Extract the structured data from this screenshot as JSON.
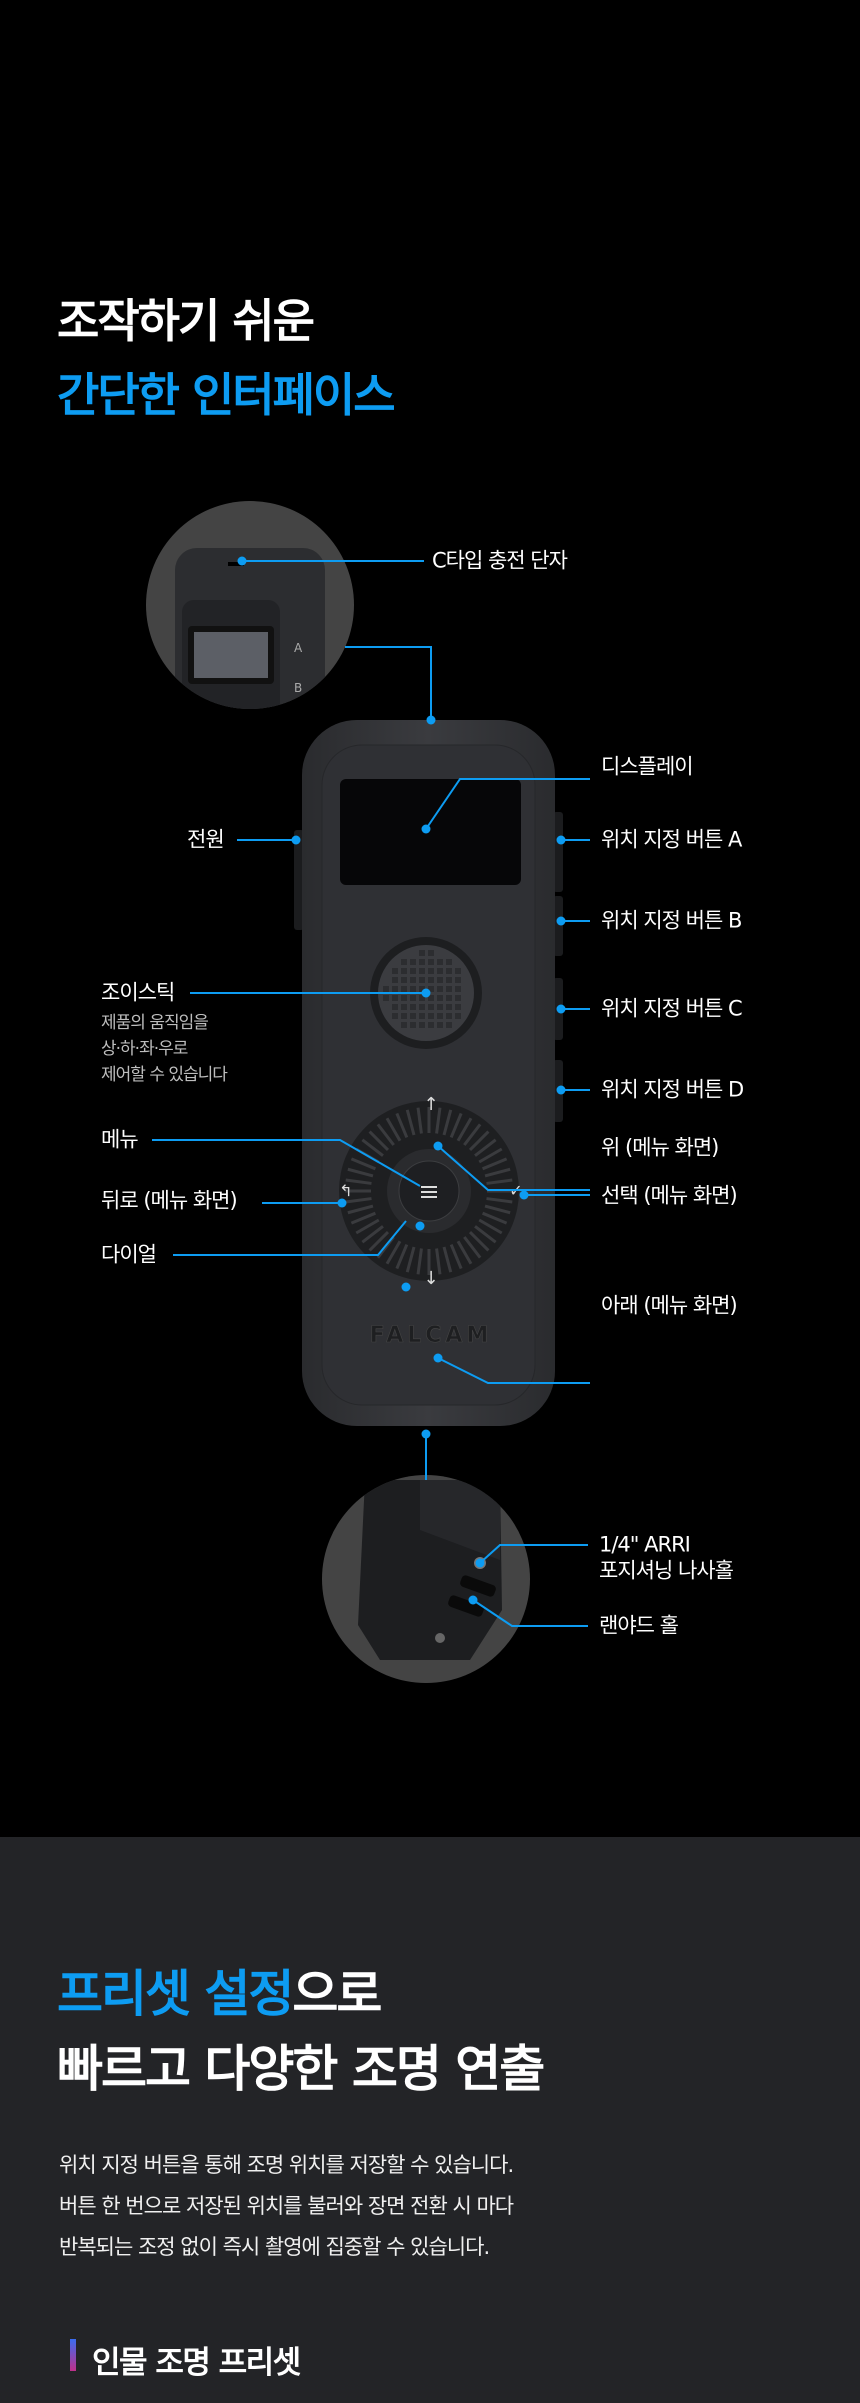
{
  "section1": {
    "title_line1": "조작하기 쉬운",
    "title_line2": "간단한 인터페이스",
    "labels": {
      "usb_c": "C타입 충전 단자",
      "display": "디스플레이",
      "power": "전원",
      "button_a": "위치 지정 버튼 A",
      "button_b": "위치 지정 버튼 B",
      "button_c": "위치 지정 버튼 C",
      "button_d": "위치 지정 버튼 D",
      "joystick": "조이스틱",
      "joystick_desc": [
        "제품의 움직임을",
        "상·하·좌·우로",
        "제어할 수 있습니다"
      ],
      "menu": "메뉴",
      "back": "뒤로 (메뉴 화면)",
      "dial": "다이얼",
      "up": "위 (메뉴 화면)",
      "select": "선택 (메뉴 화면)",
      "down": "아래 (메뉴 화면)",
      "arri_line1": "1/4\" ARRI",
      "arri_line2": "포지셔닝 나사홀",
      "lanyard": "랜야드 홀"
    },
    "device_brand": "FALCAM",
    "side_letters": [
      "A",
      "B"
    ]
  },
  "section2": {
    "title_blue": "프리셋 설정",
    "title_rest": "으로",
    "title_line2": "빠르고 다양한 조명 연출",
    "body": [
      "위치 지정 버튼을 통해 조명 위치를 저장할 수 있습니다.",
      "버튼 한 번으로 저장된 위치를 불러와 장면 전환 시 마다",
      "반복되는 조정 없이 즉시 촬영에 집중할 수 있습니다."
    ],
    "preset_heading": "인물 조명 프리셋"
  },
  "colors": {
    "accent": "#0d9cf2",
    "section_bg": "#232427"
  }
}
